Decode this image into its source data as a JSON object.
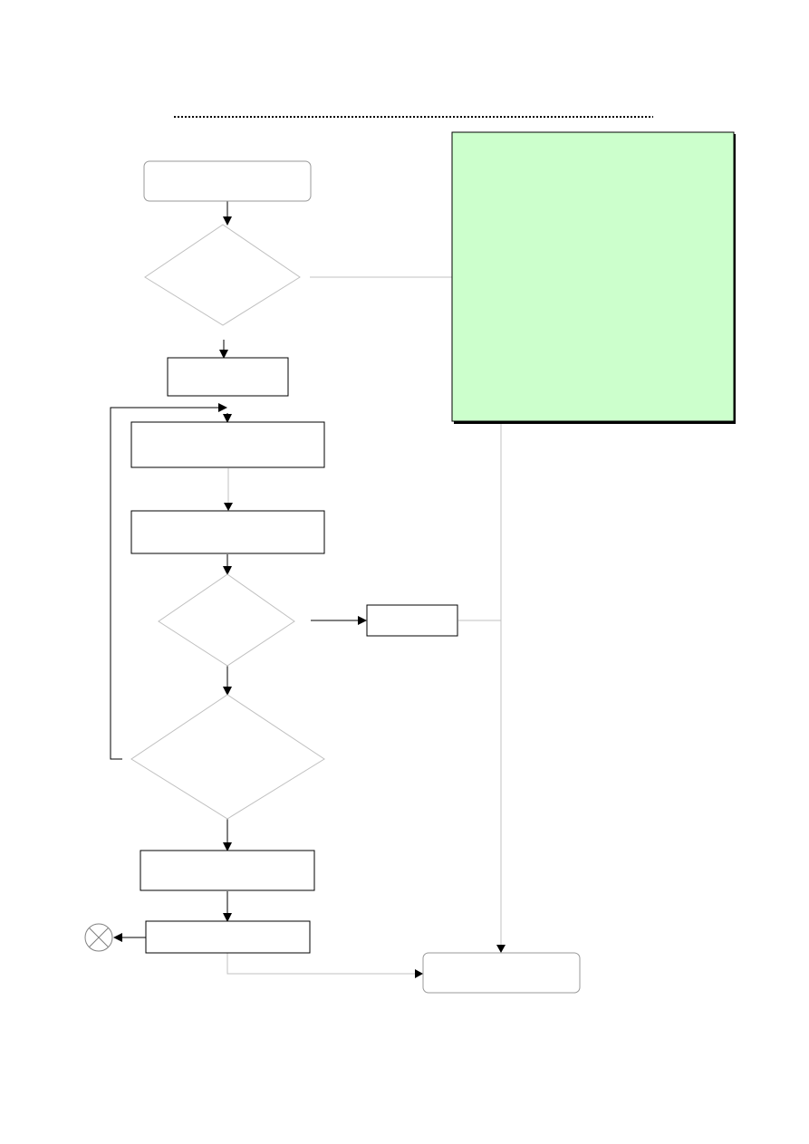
{
  "page": {
    "heading": ""
  },
  "colors": {
    "note_fill": "#ccffcc",
    "line_dark": "#000000",
    "line_light": "#c0c0c0",
    "rounded_border": "#999999"
  },
  "flowchart": {
    "nodes": [
      {
        "id": "start",
        "shape": "rounded-rect",
        "label": ""
      },
      {
        "id": "decision-1",
        "shape": "diamond",
        "label": ""
      },
      {
        "id": "step-1",
        "shape": "rect",
        "label": ""
      },
      {
        "id": "step-2",
        "shape": "rect",
        "label": ""
      },
      {
        "id": "step-3",
        "shape": "rect",
        "label": ""
      },
      {
        "id": "decision-2",
        "shape": "diamond",
        "label": ""
      },
      {
        "id": "side-step",
        "shape": "rect",
        "label": ""
      },
      {
        "id": "decision-3",
        "shape": "diamond",
        "label": ""
      },
      {
        "id": "step-4",
        "shape": "rect",
        "label": ""
      },
      {
        "id": "step-5",
        "shape": "rect",
        "label": ""
      },
      {
        "id": "terminator-x",
        "shape": "circle-x",
        "label": ""
      },
      {
        "id": "end",
        "shape": "rounded-rect",
        "label": ""
      },
      {
        "id": "note",
        "shape": "note-box",
        "label": ""
      }
    ],
    "edges": [
      {
        "from": "start",
        "to": "decision-1"
      },
      {
        "from": "decision-1",
        "to": "step-1"
      },
      {
        "from": "decision-1",
        "to": "note"
      },
      {
        "from": "step-1",
        "to": "step-2"
      },
      {
        "from": "step-2",
        "to": "step-3"
      },
      {
        "from": "step-3",
        "to": "decision-2"
      },
      {
        "from": "decision-2",
        "to": "side-step"
      },
      {
        "from": "decision-2",
        "to": "decision-3"
      },
      {
        "from": "decision-3",
        "to": "step-2"
      },
      {
        "from": "decision-3",
        "to": "step-4"
      },
      {
        "from": "step-4",
        "to": "step-5"
      },
      {
        "from": "step-5",
        "to": "terminator-x"
      },
      {
        "from": "step-5",
        "to": "end"
      },
      {
        "from": "side-step",
        "to": "end"
      },
      {
        "from": "note",
        "to": "end"
      }
    ]
  }
}
